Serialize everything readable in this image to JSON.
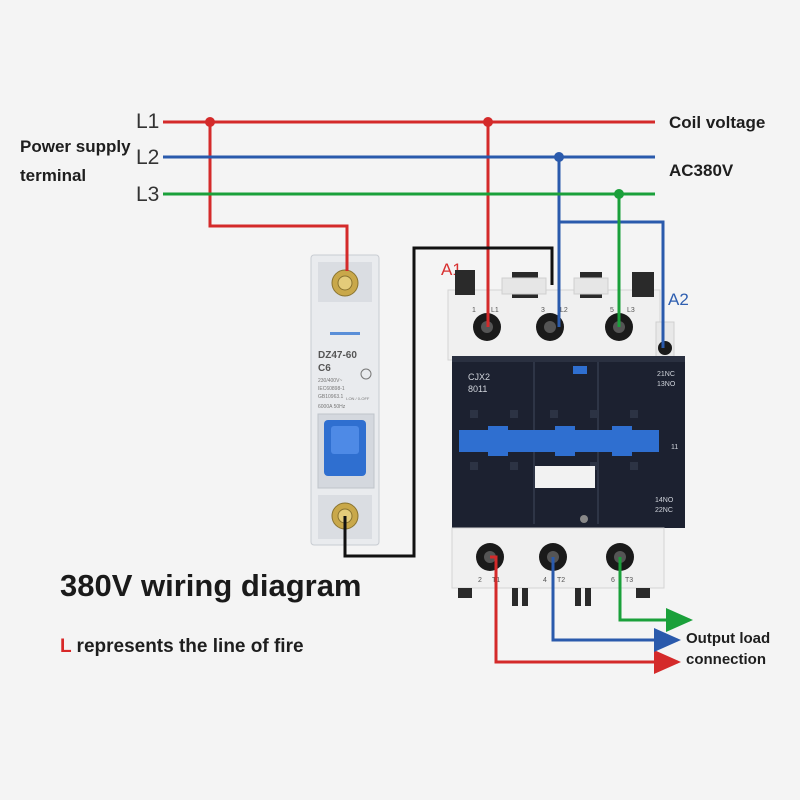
{
  "labels": {
    "supply": "Power supply terminal",
    "l1": "L1",
    "l2": "L2",
    "l3": "L3",
    "coil_voltage": "Coil voltage",
    "coil_ac": "AC380V",
    "a1": "A1",
    "a2": "A2",
    "title": "380V wiring diagram",
    "legend_letter": "L",
    "legend_rest": " represents the line of fire",
    "output": "Output load connection"
  },
  "breaker": {
    "model": "DZ47-60",
    "rating": "C6",
    "spec_line1": "230/400V~",
    "spec_line2": "IEC60898-1",
    "spec_line3": "GB10963.1",
    "spec_line4": "6000A 50Hz",
    "on_off": "I-ON / 0-OFF"
  },
  "contactor": {
    "model_line1": "CJX2",
    "model_line2": "8011",
    "aux_top1": "21NC",
    "aux_top2": "13NO",
    "aux_mid": "11",
    "aux_bot1": "14NO",
    "aux_bot2": "22NC",
    "top_terminals": [
      "1",
      "L1",
      "3",
      "L2",
      "5",
      "L3"
    ],
    "bottom_terminals": [
      "2",
      "T1",
      "4",
      "T2",
      "6",
      "T3"
    ]
  },
  "colors": {
    "l1_red": "#d42a2a",
    "l2_blue": "#2a5aac",
    "l3_green": "#1aa03a",
    "neutral_black": "#111111",
    "contactor_body": "#1c2130",
    "contactor_blue": "#2f6fd0"
  }
}
